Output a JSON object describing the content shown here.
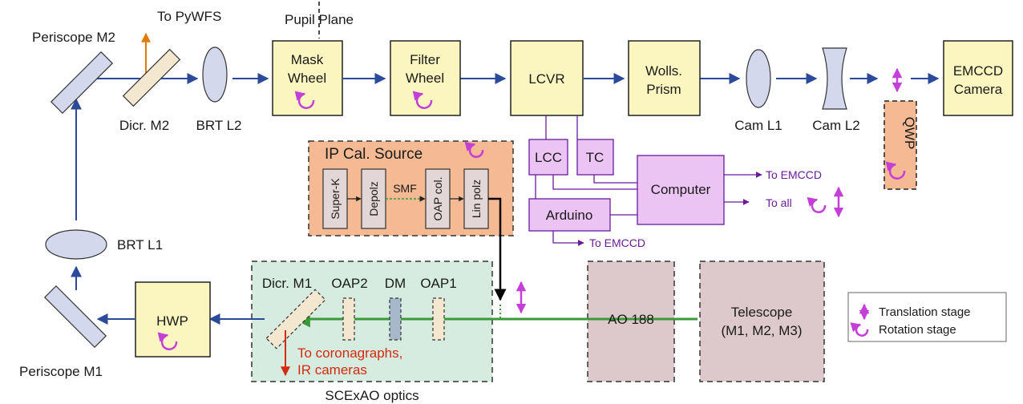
{
  "labels": {
    "pupil_plane": "Pupil Plane",
    "to_pywfs": "To PyWFS",
    "periscope_m2": "Periscope M2",
    "periscope_m1": "Periscope M1",
    "dicr_m2": "Dicr. M2",
    "brt_l2": "BRT L2",
    "brt_l1": "BRT L1",
    "cam_l1": "Cam L1",
    "cam_l2": "Cam L2",
    "qwp": "QWP",
    "scexao_optics": "SCExAO optics",
    "dicr_m1": "Dicr. M1",
    "oap2": "OAP2",
    "dm": "DM",
    "oap1": "OAP1",
    "to_coronagraphs_1": "To coronagraphs,",
    "to_coronagraphs_2": "IR cameras",
    "smf": "SMF",
    "to_emccd_top": "To EMCCD",
    "to_all": "To all",
    "to_emccd_bottom": "To EMCCD"
  },
  "boxes": {
    "mask_wheel_1": "Mask",
    "mask_wheel_2": "Wheel",
    "filter_wheel_1": "Filter",
    "filter_wheel_2": "Wheel",
    "lcvr": "LCVR",
    "wolls_1": "Wolls.",
    "wolls_2": "Prism",
    "emccd_1": "EMCCD",
    "emccd_2": "Camera",
    "hwp": "HWP",
    "ao188": "AO 188",
    "telescope_1": "Telescope",
    "telescope_2": "(M1, M2, M3)",
    "lcc": "LCC",
    "tc": "TC",
    "computer": "Computer",
    "arduino": "Arduino"
  },
  "ip_source": {
    "title": "IP Cal. Source",
    "super_k": "Super-K",
    "depolz": "Depolz",
    "oap_col": "OAP col.",
    "lin_polz": "Lin polz"
  },
  "legend": {
    "translation": "Translation stage",
    "rotation": "Rotation stage"
  },
  "colors": {
    "beam_blue": "#2b4a9b",
    "beam_green": "#3a9a3a",
    "yellow_box": "#fbf6c0",
    "purple_box": "#ebc4f3",
    "purple_line": "#6a1b9a",
    "stage_purple": "#c43ed8",
    "orange_panel": "#f5b993",
    "green_panel": "#d6ece0",
    "ao_gray": "#ddc9cc",
    "optic_blue": "#d3d8ec",
    "coronagraph_red": "#d42a10",
    "pywfs_orange": "#e07b00"
  }
}
